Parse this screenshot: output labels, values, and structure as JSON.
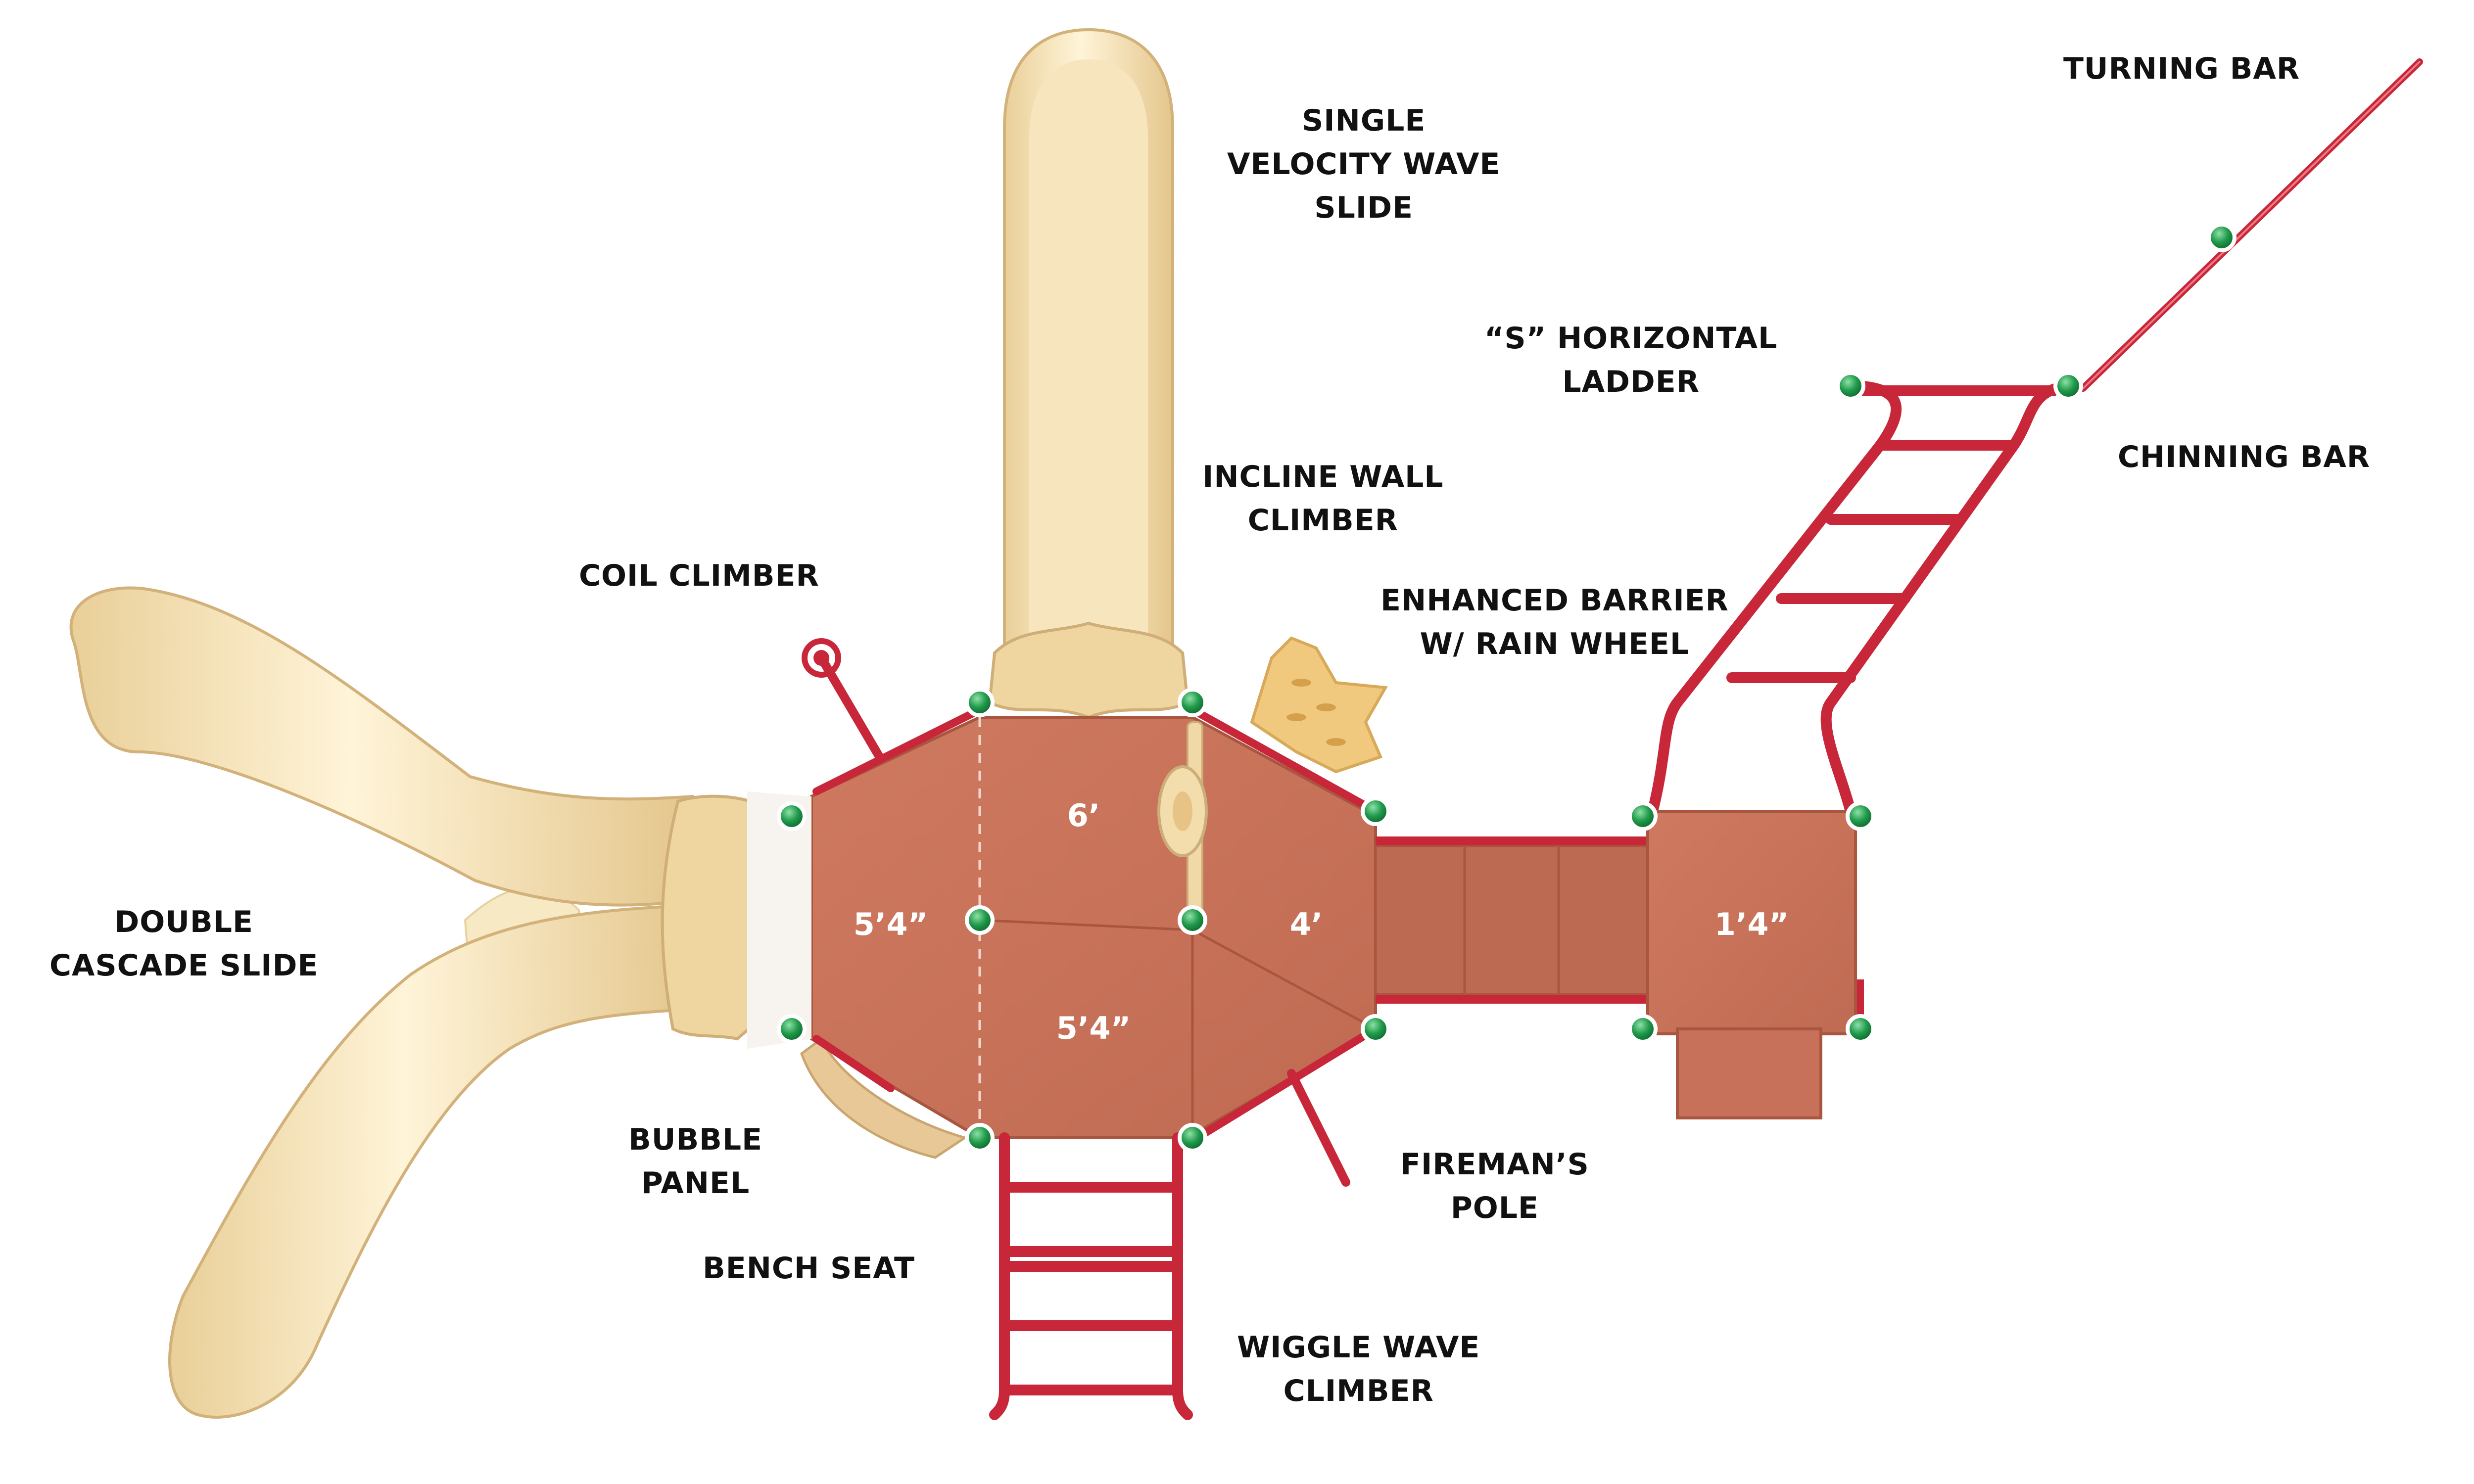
{
  "colors": {
    "deck": "#c8715a",
    "deck_light": "#d07e64",
    "slide": "#f2dcaa",
    "slide_highlight": "#fff3d4",
    "slide_shadow": "#d9b97e",
    "frame_red": "#c8273a",
    "post_cap": "#1f9a4a",
    "label_text": "#111111"
  },
  "labels": {
    "turning_bar": [
      "TURNING BAR"
    ],
    "single_velocity_wave_slide": [
      "SINGLE",
      "VELOCITY WAVE",
      "SLIDE"
    ],
    "s_horizontal_ladder": [
      "“S” HORIZONTAL",
      "LADDER"
    ],
    "chinning_bar": [
      "CHINNING BAR"
    ],
    "incline_wall_climber": [
      "INCLINE WALL",
      "CLIMBER"
    ],
    "coil_climber": [
      "COIL CLIMBER"
    ],
    "enhanced_barrier": [
      "ENHANCED BARRIER",
      "W/ RAIN WHEEL"
    ],
    "double_cascade_slide": [
      "DOUBLE",
      "CASCADE SLIDE"
    ],
    "bubble_panel": [
      "BUBBLE",
      "PANEL"
    ],
    "bench_seat": [
      "BENCH SEAT"
    ],
    "firemans_pole": [
      "FIREMAN’S",
      "POLE"
    ],
    "wiggle_wave_climber": [
      "WIGGLE WAVE",
      "CLIMBER"
    ]
  },
  "decks": {
    "left_deck": "5’4”",
    "top_center_deck": "6’",
    "bottom_center_deck": "5’4”",
    "right_small_deck": "4’",
    "far_right_deck": "1’4”"
  }
}
